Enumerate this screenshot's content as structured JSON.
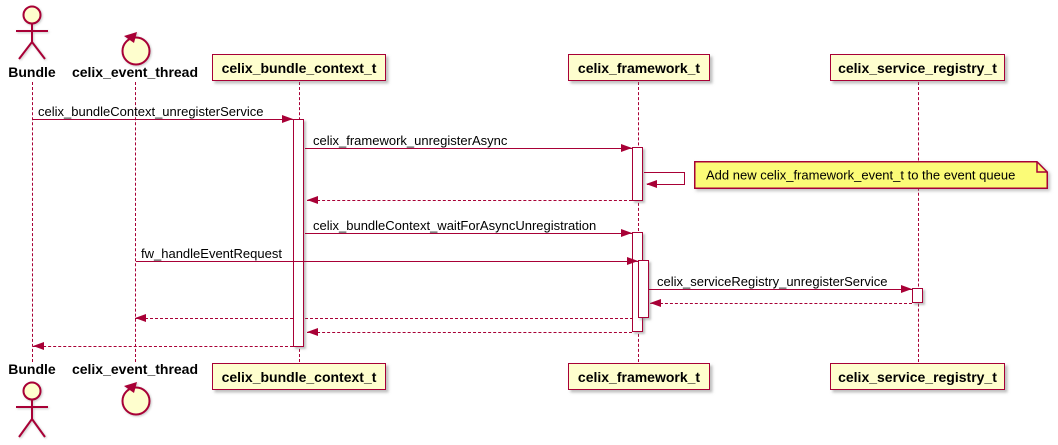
{
  "diagram_type": "uml-sequence-diagram",
  "colors": {
    "line": "#A80036",
    "participant_fill": "#FEFECE",
    "note_fill": "#FBFB77",
    "text": "#000000",
    "background": "#FFFFFF"
  },
  "participants": [
    {
      "label": "Bundle",
      "type": "actor"
    },
    {
      "label": "celix_event_thread",
      "type": "control"
    },
    {
      "label": "celix_bundle_context_t",
      "type": "participant"
    },
    {
      "label": "celix_framework_t",
      "type": "participant"
    },
    {
      "label": "celix_service_registry_t",
      "type": "participant"
    }
  ],
  "messages": [
    {
      "label": "celix_bundleContext_unregisterService",
      "from": "Bundle",
      "to": "celix_bundle_context_t",
      "style": "solid"
    },
    {
      "label": "celix_framework_unregisterAsync",
      "from": "celix_bundle_context_t",
      "to": "celix_framework_t",
      "style": "solid"
    },
    {
      "label": "",
      "from": "celix_framework_t",
      "to": "celix_framework_t",
      "style": "self"
    },
    {
      "label": "celix_bundleContext_waitForAsyncUnregistration",
      "from": "celix_bundle_context_t",
      "to": "celix_framework_t",
      "style": "solid"
    },
    {
      "label": "fw_handleEventRequest",
      "from": "celix_event_thread",
      "to": "celix_framework_t",
      "style": "solid"
    },
    {
      "label": "celix_serviceRegistry_unregisterService",
      "from": "celix_framework_t",
      "to": "celix_service_registry_t",
      "style": "solid"
    }
  ],
  "returns": [
    {
      "from": "celix_framework_t",
      "to": "celix_bundle_context_t"
    },
    {
      "from": "celix_service_registry_t",
      "to": "celix_framework_t"
    },
    {
      "from": "celix_framework_t",
      "to": "celix_event_thread"
    },
    {
      "from": "celix_framework_t",
      "to": "celix_bundle_context_t"
    },
    {
      "from": "celix_bundle_context_t",
      "to": "Bundle"
    }
  ],
  "note": {
    "text": "Add new celix_framework_event_t to the event queue",
    "attached_to": "celix_framework_t"
  }
}
